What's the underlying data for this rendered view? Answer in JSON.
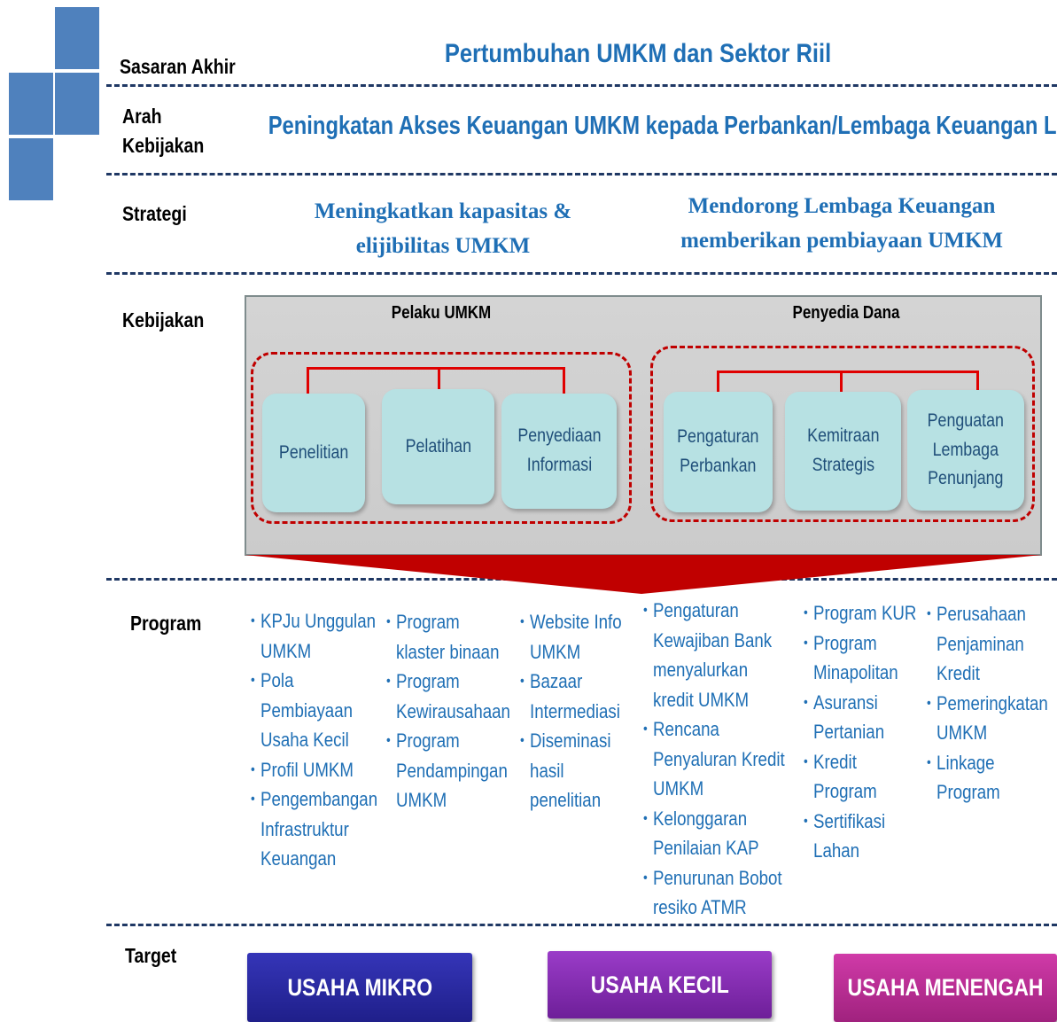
{
  "rows": {
    "sasaran_label": "Sasaran Akhir",
    "arah_label_1": "Arah",
    "arah_label_2": "Kebijakan",
    "strategi_label": "Strategi",
    "kebijakan_label": "Kebijakan",
    "program_label": "Program",
    "target_label": "Target"
  },
  "sasaran_text": "Pertumbuhan UMKM dan Sektor Riil",
  "arah_text": "Peningkatan Akses Keuangan UMKM kepada Perbankan/Lembaga Keuangan Lain",
  "strategi": {
    "left": "Meningkatkan kapasitas & elijibilitas UMKM",
    "right": "Mendorong Lembaga Keuangan memberikan pembiayaan UMKM"
  },
  "kebijakan": {
    "left_head": "Pelaku UMKM",
    "right_head": "Penyedia Dana",
    "boxes": [
      "Penelitian",
      "Pelatihan",
      "Penyediaan\nInformasi",
      "Pengaturan\nPerbankan",
      "Kemitraan\nStrategis",
      "Penguatan\nLembaga\nPenunjang"
    ]
  },
  "program": {
    "col1": [
      "KPJu Unggulan\nUMKM",
      "Pola\nPembiayaan\nUsaha Kecil",
      "Profil UMKM",
      "Pengembangan\nInfrastruktur\nKeuangan"
    ],
    "col2": [
      "Program\nklaster binaan",
      "Program\nKewirausahaan",
      "Program\nPendampingan\nUMKM"
    ],
    "col3": [
      "Website Info\nUMKM",
      "Bazaar\nIntermediasi",
      "Diseminasi\nhasil\npenelitian"
    ],
    "col4": [
      "Pengaturan\nKewajiban Bank\nmenyalurkan\nkredit UMKM",
      "Rencana\nPenyaluran Kredit\nUMKM",
      "Kelonggaran\nPenilaian KAP",
      "Penurunan Bobot\nresiko ATMR"
    ],
    "col5": [
      "Program KUR",
      "Program\nMinapolitan",
      "Asuransi\nPertanian",
      "Kredit\nProgram",
      "Sertifikasi\nLahan"
    ],
    "col6": [
      "Perusahaan\nPenjaminan\nKredit",
      "Pemeringkatan\nUMKM",
      "Linkage\nProgram"
    ]
  },
  "targets": {
    "mikro": "USAHA MIKRO",
    "kecil": "USAHA KECIL",
    "menengah": "USAHA MENENGAH"
  },
  "colors": {
    "accent_blue": "#1f6fb5",
    "deco_squares": "#4f81bd",
    "red_lines": "#c00000",
    "mikro": "#2a2aa8",
    "kecil": "#8a2fb8",
    "menengah": "#c0339a"
  }
}
